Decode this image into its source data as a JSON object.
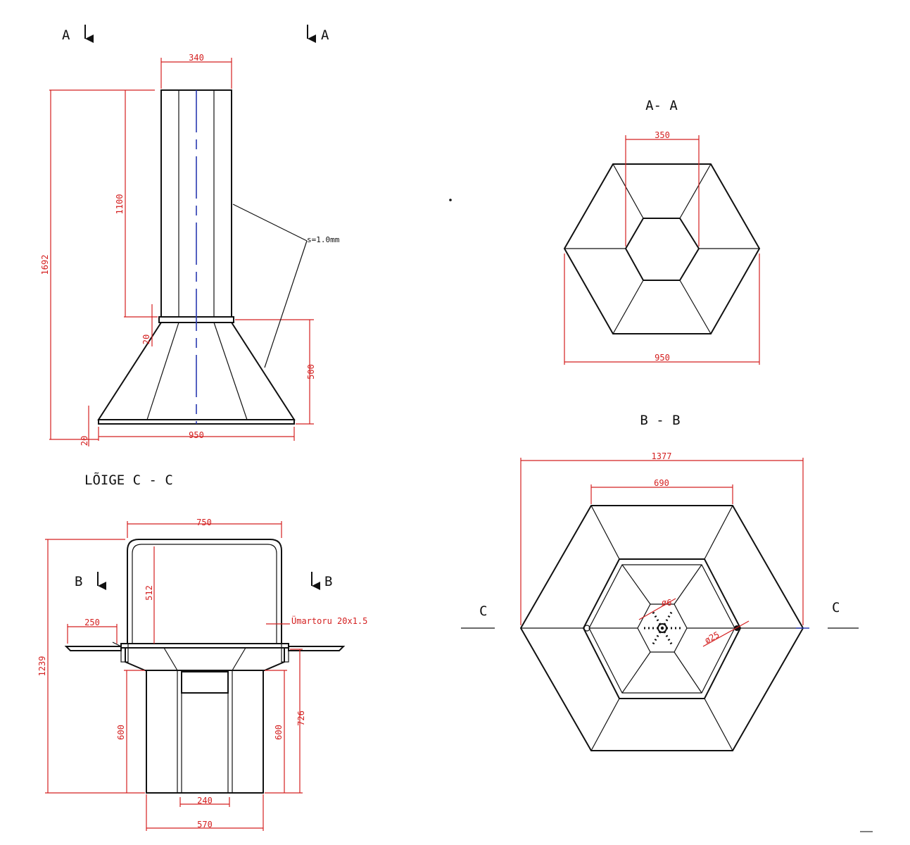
{
  "labels": {
    "section_a_left": "A",
    "section_a_right": "A",
    "title_aa": "A- A",
    "title_bb": "B -   B",
    "title_cc": "LÕIGE    C -   C",
    "section_b_left": "B",
    "section_b_right": "B",
    "section_c_left": "C",
    "section_c_right": "C"
  },
  "notes": {
    "thickness": "s=1.0mm",
    "pipe": "Ümartoru 20x1.5"
  },
  "dimensions": {
    "chimney_width": "340",
    "total_height": "1692",
    "chimney_height": "1100",
    "collar": "20",
    "cone_height": "500",
    "base_width": "950",
    "base_plate": "20",
    "aa_inner": "350",
    "aa_outer": "950",
    "bb_overall": "1377",
    "bb_inner": "690",
    "bb_hole_small": "ø6",
    "bb_hole_large": "ø25",
    "cc_frame_width": "750",
    "cc_overall_height": "1239",
    "cc_frame_height": "512",
    "cc_shelf": "250",
    "cc_leg_left": "600",
    "cc_leg_right": "600",
    "cc_table_height": "726",
    "cc_door": "240",
    "cc_base": "570"
  },
  "colors": {
    "dimension": "#d42020",
    "axis": "#2a3ab0",
    "outline": "#111111"
  }
}
